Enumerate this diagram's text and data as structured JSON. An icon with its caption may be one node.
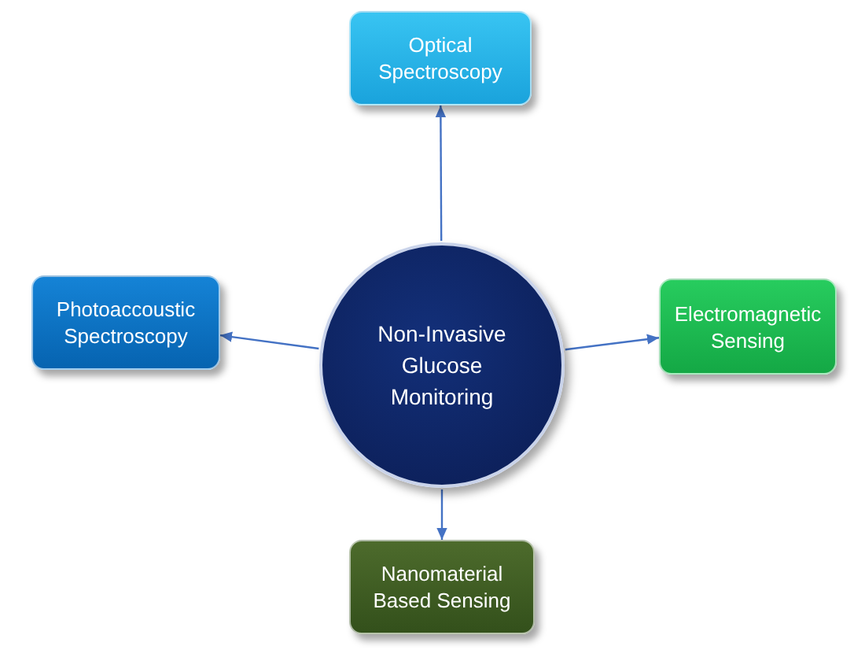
{
  "diagram": {
    "nodes": [
      {
        "text": [
          "Optical Spectroscopy"
        ]
      },
      {
        "text": [
          "Photoaccoustic Spectroscopy"
        ]
      },
      {
        "text": [
          "Non-Invasive Glucose Monitoring"
        ]
      },
      {
        "text": [
          "Electromagnetic Sensing"
        ]
      },
      {
        "text": [
          "Nanomaterial Based Sensing"
        ]
      }
    ],
    "edges": [
      {
        "from": 2,
        "to": 0,
        "arrow": "to"
      },
      {
        "from": 2,
        "to": 1,
        "arrow": "to"
      },
      {
        "from": 2,
        "to": 3,
        "arrow": "to"
      },
      {
        "from": 2,
        "to": 4,
        "arrow": "to"
      }
    ]
  }
}
